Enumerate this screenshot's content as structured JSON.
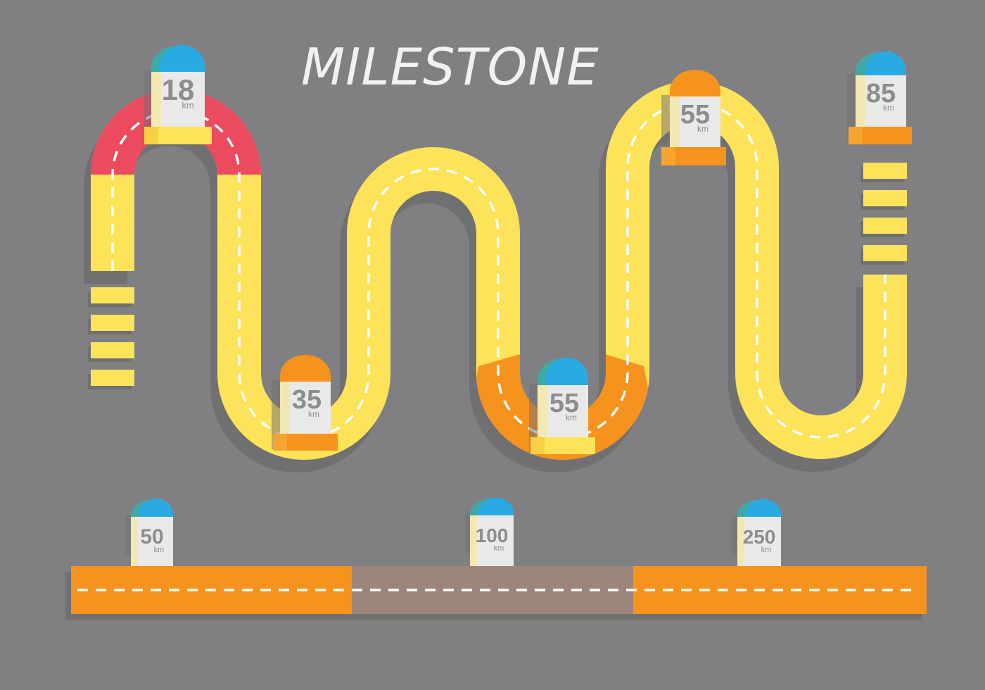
{
  "title": "MILESTONE",
  "colors": {
    "background": "#808083",
    "road_yellow": "#fde35a",
    "road_shadow": "#707073",
    "road_red": "#eb4a5f",
    "road_orange": "#f5931e",
    "road_brown": "#9c857a",
    "stone_body": "#e9e9ea",
    "stone_side": "#f2e8b2",
    "cap_blue": "#29aae2",
    "cap_teal": "#3fa9a6",
    "cap_orange": "#f5931e",
    "base_yellow": "#fde35a",
    "base_orange": "#f5931e",
    "text_gray": "#8d8d8d",
    "dash_white": "#ffffff"
  },
  "milestones": [
    {
      "value": "18",
      "unit": "km",
      "cap": "blue-cap-icon",
      "base": "yellow-base"
    },
    {
      "value": "35",
      "unit": "km",
      "cap": "orange-cap-icon",
      "base": "orange-base"
    },
    {
      "value": "55",
      "unit": "km",
      "cap": "blue-cap-icon",
      "base": "yellow-base"
    },
    {
      "value": "55",
      "unit": "km",
      "cap": "orange-cap-icon",
      "base": "orange-base"
    },
    {
      "value": "85",
      "unit": "km",
      "cap": "blue-cap-icon",
      "base": "orange-base"
    },
    {
      "value": "50",
      "unit": "km",
      "cap": "blue-cap-icon",
      "base": "none"
    },
    {
      "value": "100",
      "unit": "km",
      "cap": "blue-cap-icon",
      "base": "none"
    },
    {
      "value": "250",
      "unit": "km",
      "cap": "blue-cap-icon",
      "base": "none"
    }
  ]
}
